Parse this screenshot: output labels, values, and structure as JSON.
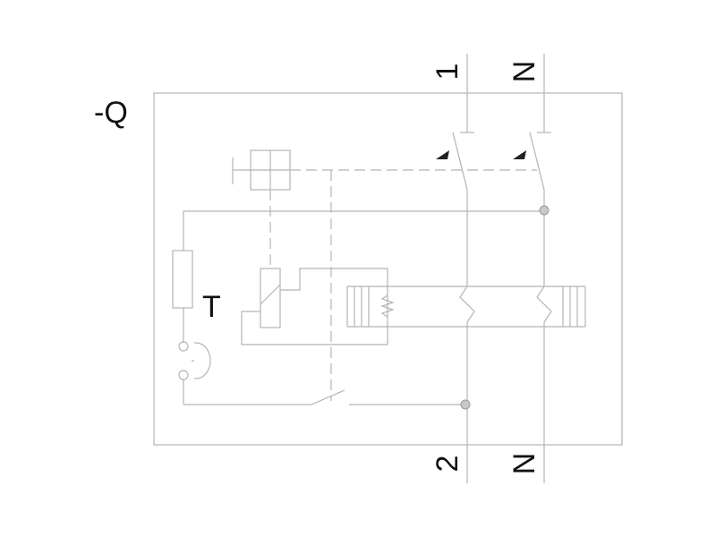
{
  "device": {
    "designation": "-Q",
    "test_button_label": "T"
  },
  "terminals": {
    "line_in": "1",
    "neutral_in": "N",
    "line_out": "2",
    "neutral_out": "N"
  }
}
